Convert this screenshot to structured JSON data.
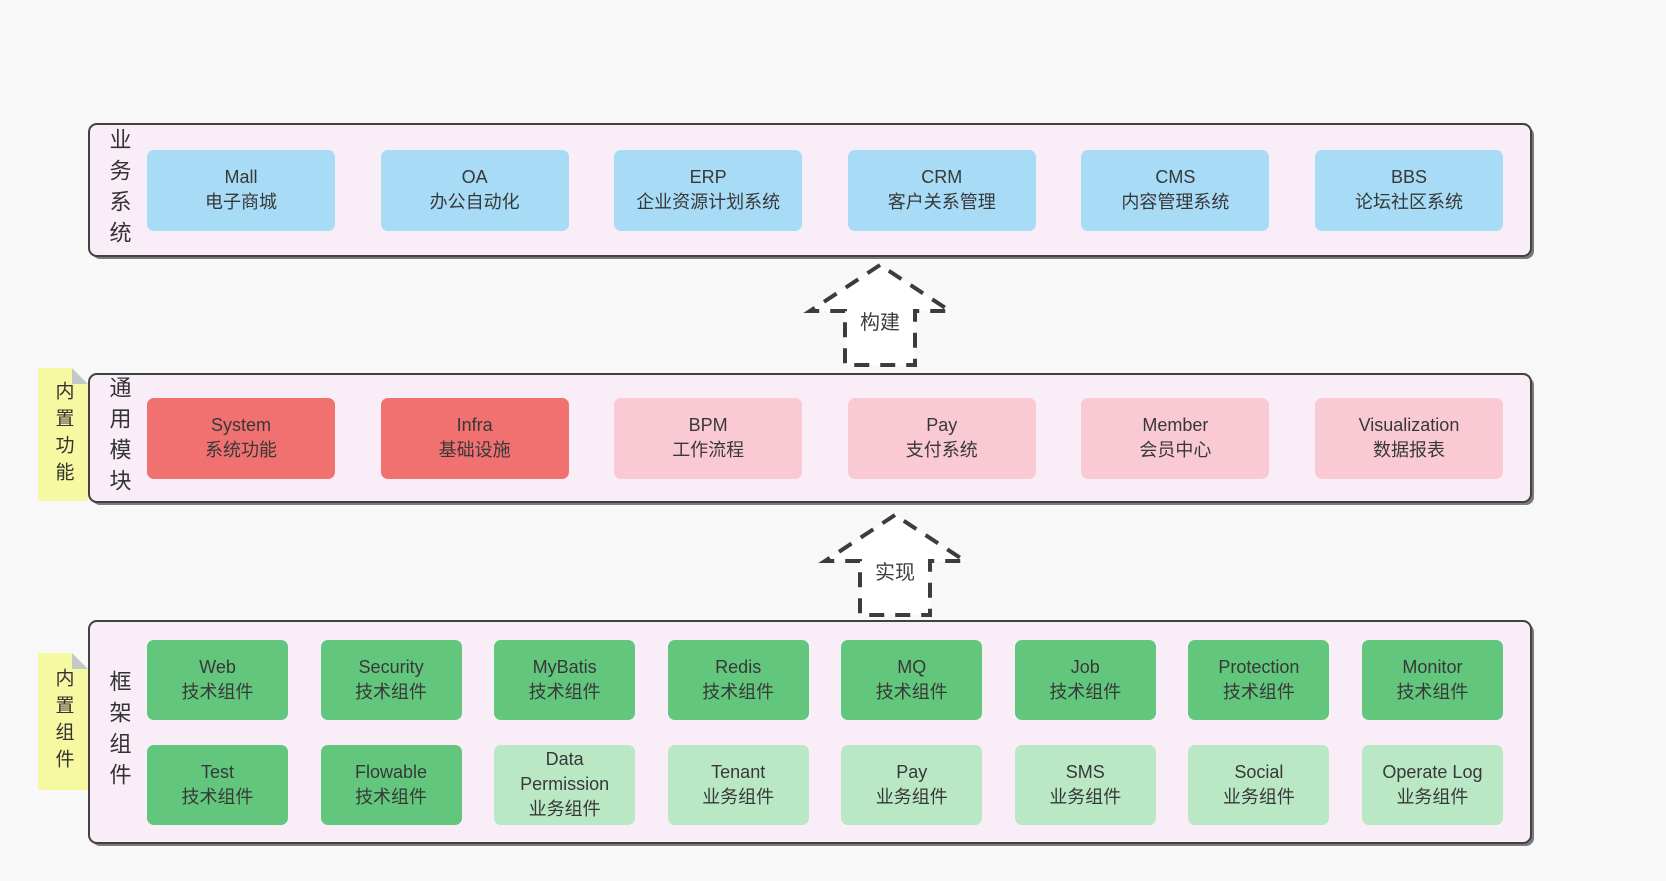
{
  "colors": {
    "page_bg": "#f8f8f8",
    "layer_bg": "#f9eef7",
    "layer_border": "#414141",
    "blue": "#a7dbf6",
    "red": "#f17070",
    "pink": "#facad4",
    "green": "#62c77c",
    "light_green": "#bae8c5",
    "sticky_yellow": "#f7f8a2",
    "sticky_fold": "#c3c7c9",
    "text": "#3a3a3a"
  },
  "layers": [
    {
      "label": "业务系统",
      "rows": [
        [
          {
            "name": "Mall",
            "desc": "电子商城",
            "color": "blue"
          },
          {
            "name": "OA",
            "desc": "办公自动化",
            "color": "blue"
          },
          {
            "name": "ERP",
            "desc": "企业资源计划系统",
            "color": "blue"
          },
          {
            "name": "CRM",
            "desc": "客户关系管理",
            "color": "blue"
          },
          {
            "name": "CMS",
            "desc": "内容管理系统",
            "color": "blue"
          },
          {
            "name": "BBS",
            "desc": "论坛社区系统",
            "color": "blue"
          }
        ]
      ]
    },
    {
      "label": "通用模块",
      "sticky": "内置功能",
      "rows": [
        [
          {
            "name": "System",
            "desc": "系统功能",
            "color": "red"
          },
          {
            "name": "Infra",
            "desc": "基础设施",
            "color": "red"
          },
          {
            "name": "BPM",
            "desc": "工作流程",
            "color": "pink"
          },
          {
            "name": "Pay",
            "desc": "支付系统",
            "color": "pink"
          },
          {
            "name": "Member",
            "desc": "会员中心",
            "color": "pink"
          },
          {
            "name": "Visualization",
            "desc": "数据报表",
            "color": "pink"
          }
        ]
      ]
    },
    {
      "label": "框架组件",
      "sticky": "内置组件",
      "rows": [
        [
          {
            "name": "Web",
            "desc": "技术组件",
            "color": "green"
          },
          {
            "name": "Security",
            "desc": "技术组件",
            "color": "green"
          },
          {
            "name": "MyBatis",
            "desc": "技术组件",
            "color": "green"
          },
          {
            "name": "Redis",
            "desc": "技术组件",
            "color": "green"
          },
          {
            "name": "MQ",
            "desc": "技术组件",
            "color": "green"
          },
          {
            "name": "Job",
            "desc": "技术组件",
            "color": "green"
          },
          {
            "name": "Protection",
            "desc": "技术组件",
            "color": "green"
          },
          {
            "name": "Monitor",
            "desc": "技术组件",
            "color": "green"
          }
        ],
        [
          {
            "name": "Test",
            "desc": "技术组件",
            "color": "green"
          },
          {
            "name": "Flowable",
            "desc": "技术组件",
            "color": "green"
          },
          {
            "name": "Data Permission",
            "desc": "业务组件",
            "color": "light_green"
          },
          {
            "name": "Tenant",
            "desc": "业务组件",
            "color": "light_green"
          },
          {
            "name": "Pay",
            "desc": "业务组件",
            "color": "light_green"
          },
          {
            "name": "SMS",
            "desc": "业务组件",
            "color": "light_green"
          },
          {
            "name": "Social",
            "desc": "业务组件",
            "color": "light_green"
          },
          {
            "name": "Operate Log",
            "desc": "业务组件",
            "color": "light_green"
          }
        ]
      ]
    }
  ],
  "arrows": [
    {
      "label": "构建"
    },
    {
      "label": "实现"
    }
  ]
}
